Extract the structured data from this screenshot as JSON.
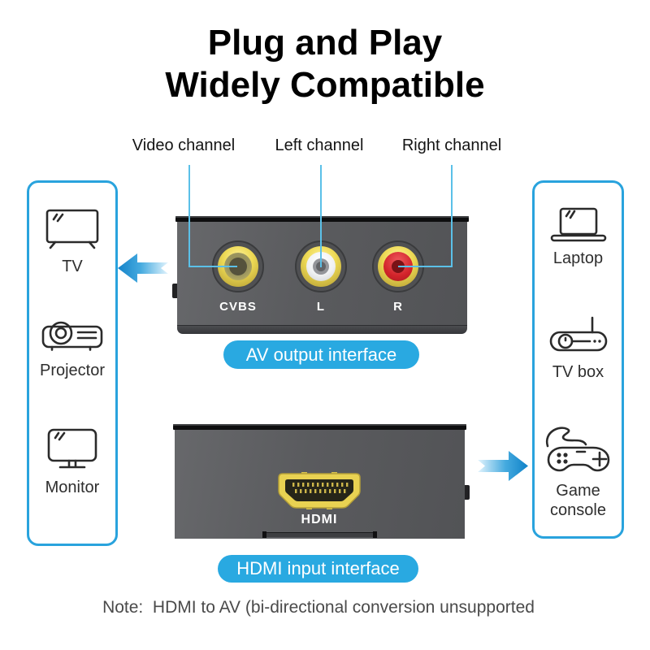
{
  "title": {
    "line1": "Plug and Play",
    "line2": "Widely Compatible"
  },
  "callouts": {
    "video": {
      "label": "Video channel"
    },
    "left": {
      "label": "Left channel"
    },
    "right": {
      "label": "Right channel"
    }
  },
  "left_panel": {
    "items": [
      {
        "label": "TV",
        "icon": "tv-icon"
      },
      {
        "label": "Projector",
        "icon": "projector-icon"
      },
      {
        "label": "Monitor",
        "icon": "monitor-icon"
      }
    ]
  },
  "right_panel": {
    "items": [
      {
        "label": "Laptop",
        "icon": "laptop-icon"
      },
      {
        "label": "TV box",
        "icon": "tv-box-icon"
      },
      {
        "label": "Game console",
        "icon": "game-console-icon"
      }
    ]
  },
  "av_device": {
    "ports": [
      {
        "label": "CVBS",
        "color": "#eeda55"
      },
      {
        "label": "L",
        "color": "#f0f1f3"
      },
      {
        "label": "R",
        "color": "#d2232a"
      }
    ],
    "caption": "AV output interface"
  },
  "hdmi_device": {
    "port_label": "HDMI",
    "caption": "HDMI input interface"
  },
  "note": "Note:  HDMI to AV (bi-directional conversion unsupported",
  "colors": {
    "accent_blue": "#29a9e1",
    "panel_border": "#29a3dd",
    "callout_line": "#5bc0e8",
    "device_gray": "#5a5b5e",
    "port_gold": "#e9d252",
    "note_gray": "#4a4a4a"
  }
}
